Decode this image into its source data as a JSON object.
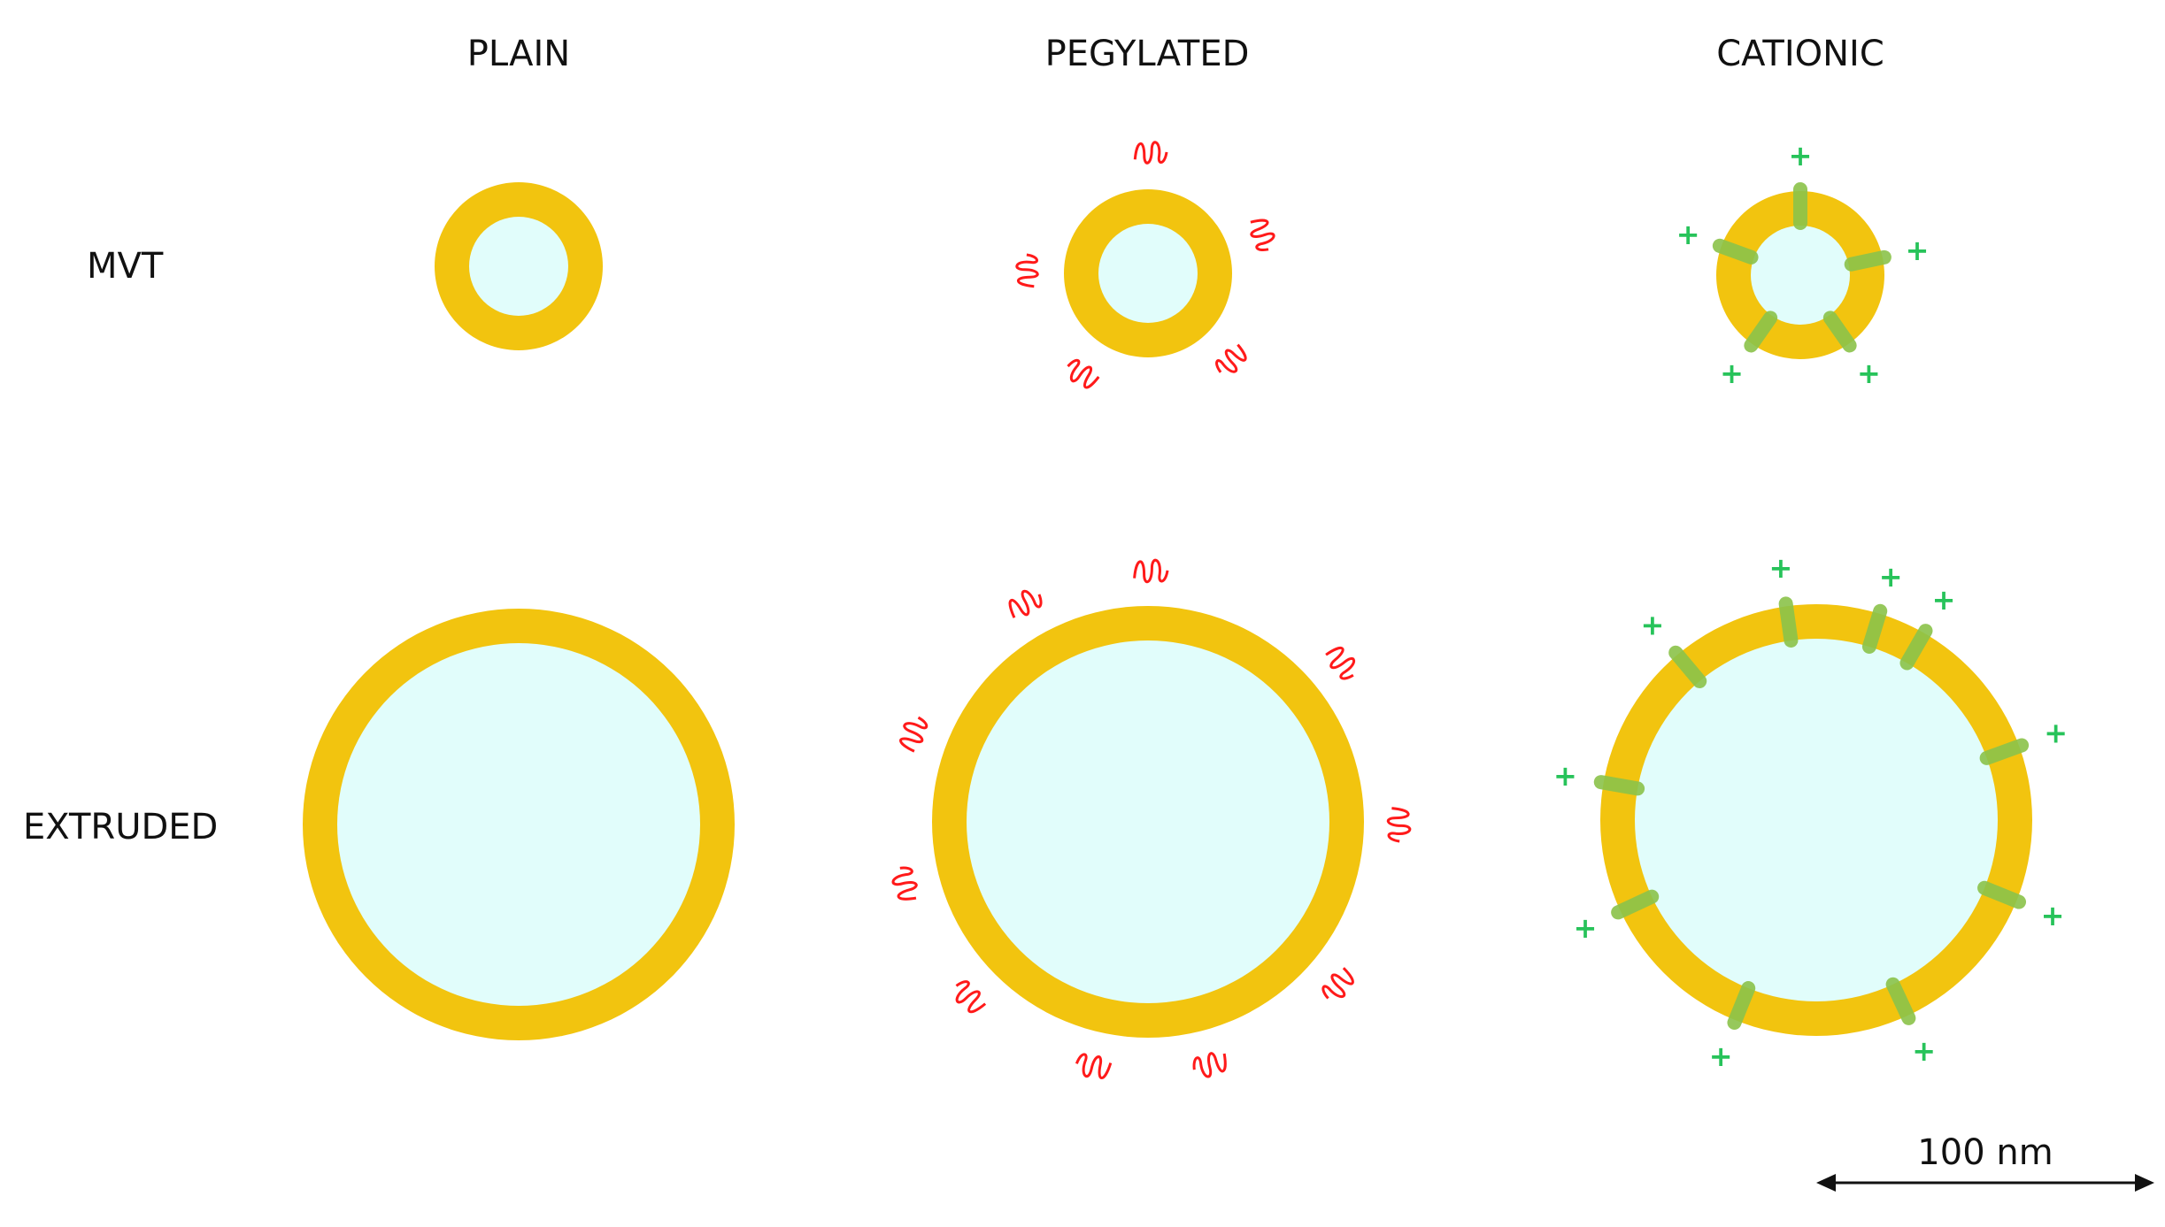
{
  "columns": [
    "PLAIN",
    "PEGYLATED",
    "CATIONIC"
  ],
  "rows": [
    "MVT",
    "EXTRUDED"
  ],
  "scale_bar": {
    "label": "100 nm",
    "length_nm": 100
  },
  "colors": {
    "shell": "#f2c40f",
    "core": "#e1fdfb",
    "peg": "#ff1a1a",
    "charge_marker": "#27c35a",
    "cationic_lipid": "#8bc34a",
    "text": "#111111"
  },
  "legend_glyphs": {
    "charge": "+"
  }
}
